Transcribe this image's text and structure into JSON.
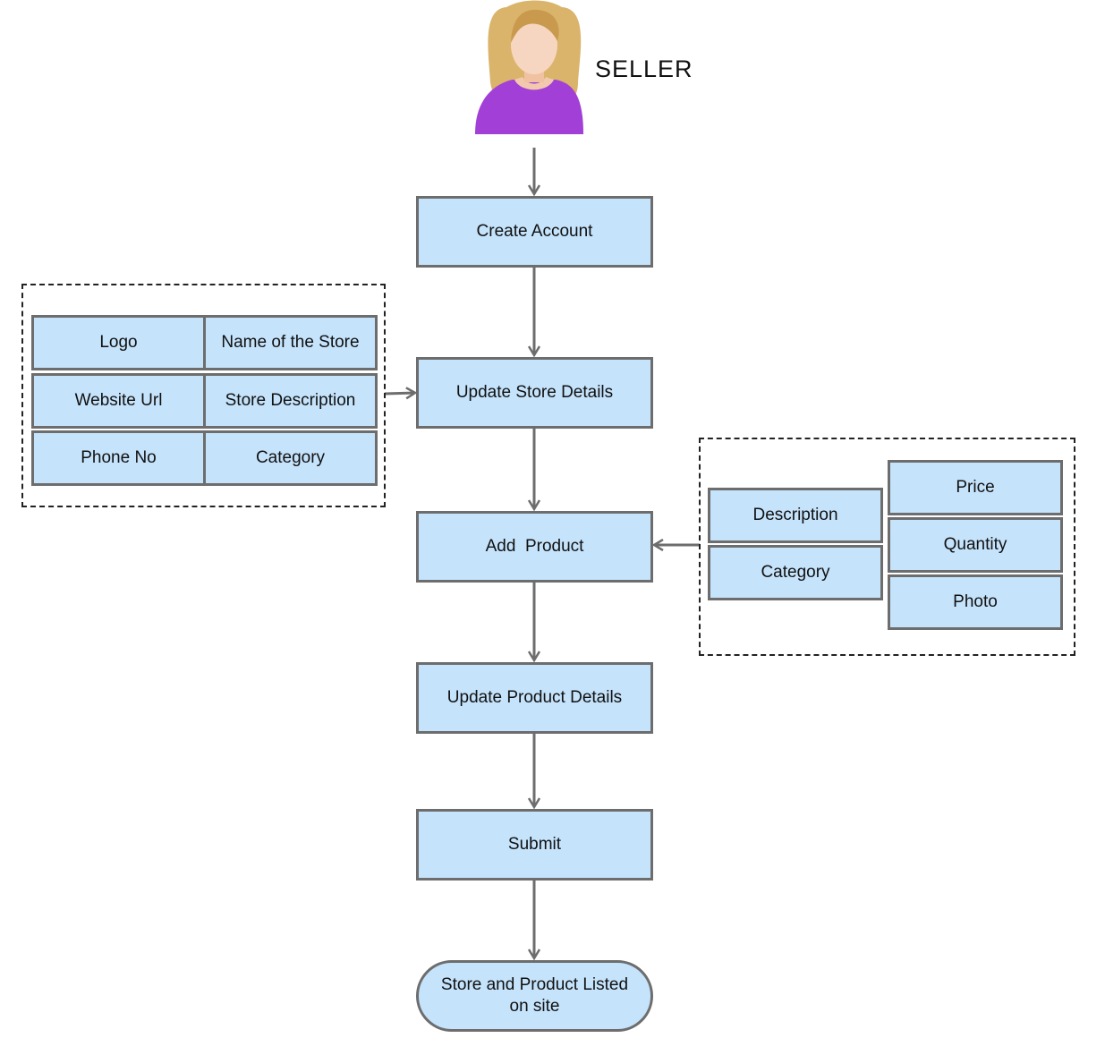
{
  "actor": {
    "label": "SELLER",
    "icon": "user-avatar-icon"
  },
  "flow": {
    "create_account": "Create Account",
    "update_store_details": "Update Store Details",
    "add_product": "Add  Product",
    "update_product_details": "Update Product Details",
    "submit": "Submit",
    "final": "Store and Product Listed on site"
  },
  "store_fields": {
    "logo": "Logo",
    "name": "Name of the Store",
    "website": "Website Url",
    "description": "Store Description",
    "phone": "Phone No",
    "category": "Category"
  },
  "product_fields": {
    "description": "Description",
    "category": "Category",
    "price": "Price",
    "quantity": "Quantity",
    "photo": "Photo"
  },
  "colors": {
    "box_fill": "#c5e3fb",
    "box_border": "#6d6d6d",
    "connector": "#6d6d6d",
    "avatar_shirt": "#a23fd6",
    "avatar_hair": "#d9b46a"
  }
}
